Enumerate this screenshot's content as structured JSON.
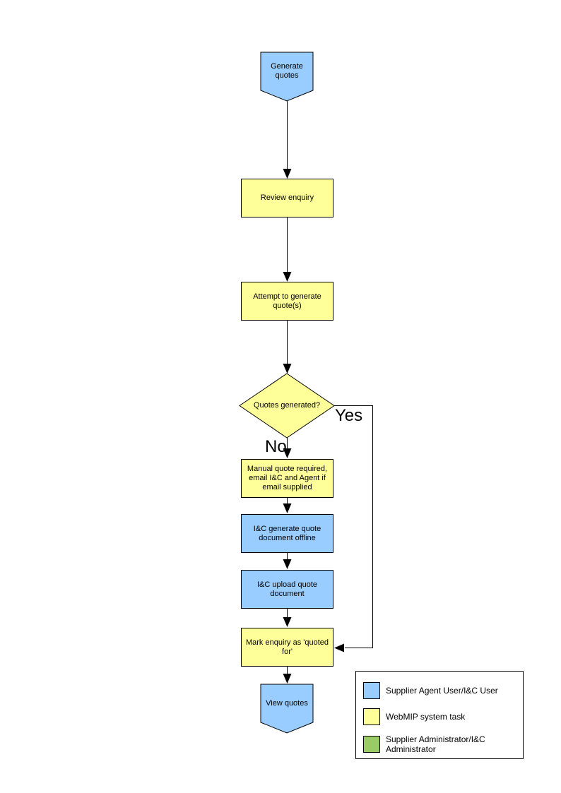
{
  "flowchart": {
    "nodes": {
      "start_terminator": {
        "label": "Generate quotes",
        "shape": "pentagon",
        "color": "#99CCFF"
      },
      "review_enquiry": {
        "label": "Review enquiry",
        "shape": "rect",
        "color": "#FFFF99"
      },
      "attempt_generate": {
        "label": "Attempt to generate quote(s)",
        "shape": "rect",
        "color": "#FFFF99"
      },
      "quotes_generated_decision": {
        "label": "Quotes generated?",
        "shape": "diamond",
        "color": "#FFFF99"
      },
      "manual_quote_required": {
        "label": "Manual quote required, email I&C and Agent if email supplied",
        "shape": "rect",
        "color": "#FFFF99"
      },
      "ic_generate_offline": {
        "label": "I&C generate quote document offline",
        "shape": "rect",
        "color": "#99CCFF"
      },
      "ic_upload_document": {
        "label": "I&C upload quote document",
        "shape": "rect",
        "color": "#99CCFF"
      },
      "mark_enquiry_quoted": {
        "label": "Mark enquiry as 'quoted for'",
        "shape": "rect",
        "color": "#FFFF99"
      },
      "end_terminator": {
        "label": "View quotes",
        "shape": "pentagon",
        "color": "#99CCFF"
      }
    },
    "branch_labels": {
      "yes": "Yes",
      "no": "No"
    }
  },
  "legend": {
    "items": [
      {
        "label": "Supplier Agent User/I&C User",
        "color": "#99CCFF"
      },
      {
        "label": "WebMIP system task",
        "color": "#FFFF99"
      },
      {
        "label": "Supplier Administrator/I&C Administrator",
        "color": "#99CC66"
      }
    ]
  },
  "colors": {
    "node_blue": "#99CCFF",
    "node_yellow": "#FFFF99",
    "legend_green": "#99CC66",
    "connector": "#000000",
    "background": "#FFFFFF"
  }
}
